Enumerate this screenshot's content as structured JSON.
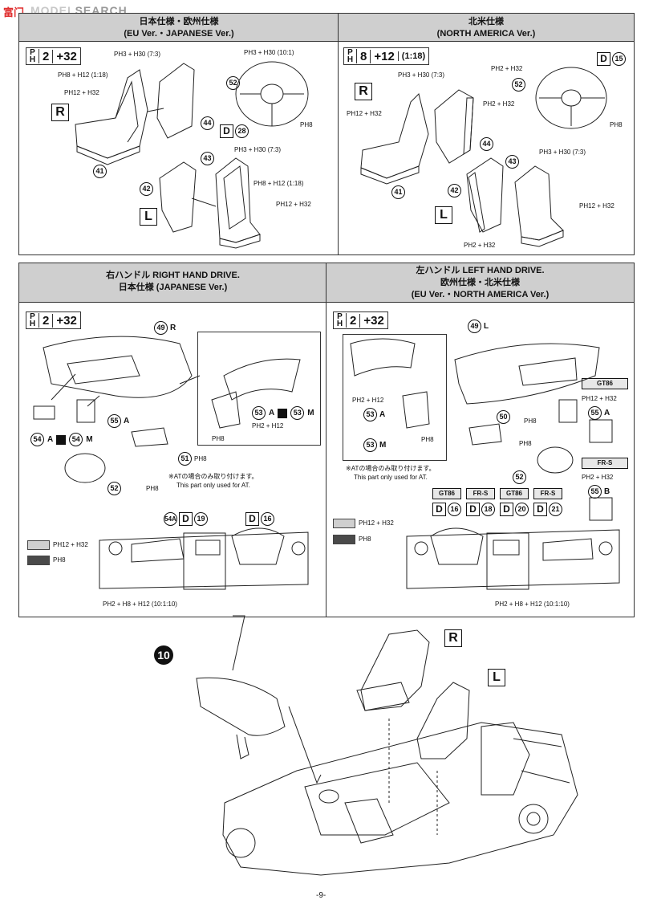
{
  "watermark": {
    "brand": "MODEL",
    "suffix": "SEARCH",
    "logo_text": "富门"
  },
  "top_left": {
    "title_jp": "日本仕様・欧州仕様",
    "title_en": "(EU Ver.・JAPANESE Ver.)",
    "code": {
      "a": "2",
      "b": "+32"
    },
    "labels": [
      "PH3 + H30 (7:3)",
      "PH8 + H12 (1:18)",
      "PH12 + H32",
      "PH3 + H30 (10:1)",
      "PH8",
      "PH3 + H30 (7:3)",
      "PH8 + H12 (1:18)",
      "PH12 + H32"
    ],
    "parts": [
      "52",
      "44",
      "41",
      "43",
      "42"
    ],
    "decal": "28",
    "right": "R",
    "left": "L"
  },
  "top_right": {
    "title_jp": "北米仕様",
    "title_en": "(NORTH AMERICA Ver.)",
    "code": {
      "a": "8",
      "b": "+12",
      "ratio": "(1:18)"
    },
    "labels": [
      "PH3 + H30 (7:3)",
      "PH12 + H32",
      "PH2 + H32",
      "PH2 + H32",
      "PH8",
      "PH3 + H30 (7:3)",
      "PH12 + H32",
      "PH2 + H32"
    ],
    "parts": [
      "52",
      "44",
      "41",
      "43",
      "42"
    ],
    "decal": "15",
    "right": "R",
    "left": "L"
  },
  "mid_left": {
    "title_jp": "右ハンドル RIGHT HAND DRIVE.",
    "title_jp2": "日本仕様 (JAPANESE Ver.)",
    "code": {
      "a": "2",
      "b": "+32"
    },
    "parts": [
      "49",
      "55",
      "54",
      "54",
      "52",
      "51",
      "53",
      "53"
    ],
    "part49_side": "R",
    "part55_side": "A",
    "part54a": "A",
    "part54m": "M",
    "part53a": "A",
    "part53m": "M",
    "labels": [
      "PH8",
      "PH2 + H12",
      "PH8",
      "PH8"
    ],
    "note_jp": "※ATの場合のみ取り付けます。",
    "note_en": "This part only used for AT.",
    "decals": [
      {
        "side": "54A",
        "decal": "19"
      },
      {
        "decal": "16"
      }
    ],
    "legend": [
      {
        "color": "#cfcfcf",
        "label": "PH12 + H32"
      },
      {
        "color": "#4a4a4a",
        "label": "PH8"
      }
    ],
    "bottom_label": "PH2 + H8 + H12 (10:1:10)"
  },
  "mid_right": {
    "title_jp": "左ハンドル LEFT HAND DRIVE.",
    "title_jp2": "欧州仕様・北米仕様",
    "title_en": "(EU Ver.・NORTH AMERICA Ver.)",
    "code": {
      "a": "2",
      "b": "+32"
    },
    "part49_side": "L",
    "parts": [
      "49",
      "53",
      "53",
      "50",
      "52",
      "55",
      "55"
    ],
    "labels": [
      "PH2 + H12",
      "PH8",
      "PH8",
      "PH8"
    ],
    "note_jp": "※ATの場合のみ取り付けます。",
    "note_en": "This part only used for AT.",
    "variants": [
      {
        "name": "GT86",
        "decal": "16"
      },
      {
        "name": "FR-S",
        "decal": "18"
      },
      {
        "name": "GT86",
        "decal": "20"
      },
      {
        "name": "FR-S",
        "decal": "21"
      }
    ],
    "side_gt86": {
      "name": "GT86",
      "label": "PH12 + H32",
      "part": "55",
      "side": "A"
    },
    "side_frs": {
      "name": "FR-S",
      "label": "PH2 + H32",
      "part": "55",
      "side": "B"
    },
    "legend": [
      {
        "color": "#cfcfcf",
        "label": "PH12 + H32"
      },
      {
        "color": "#4a4a4a",
        "label": "PH8"
      }
    ],
    "bottom_label": "PH2 + H8 + H12 (10:1:10)"
  },
  "bottom": {
    "step": "10",
    "right": "R",
    "left": "L",
    "page_number": "-9-"
  }
}
